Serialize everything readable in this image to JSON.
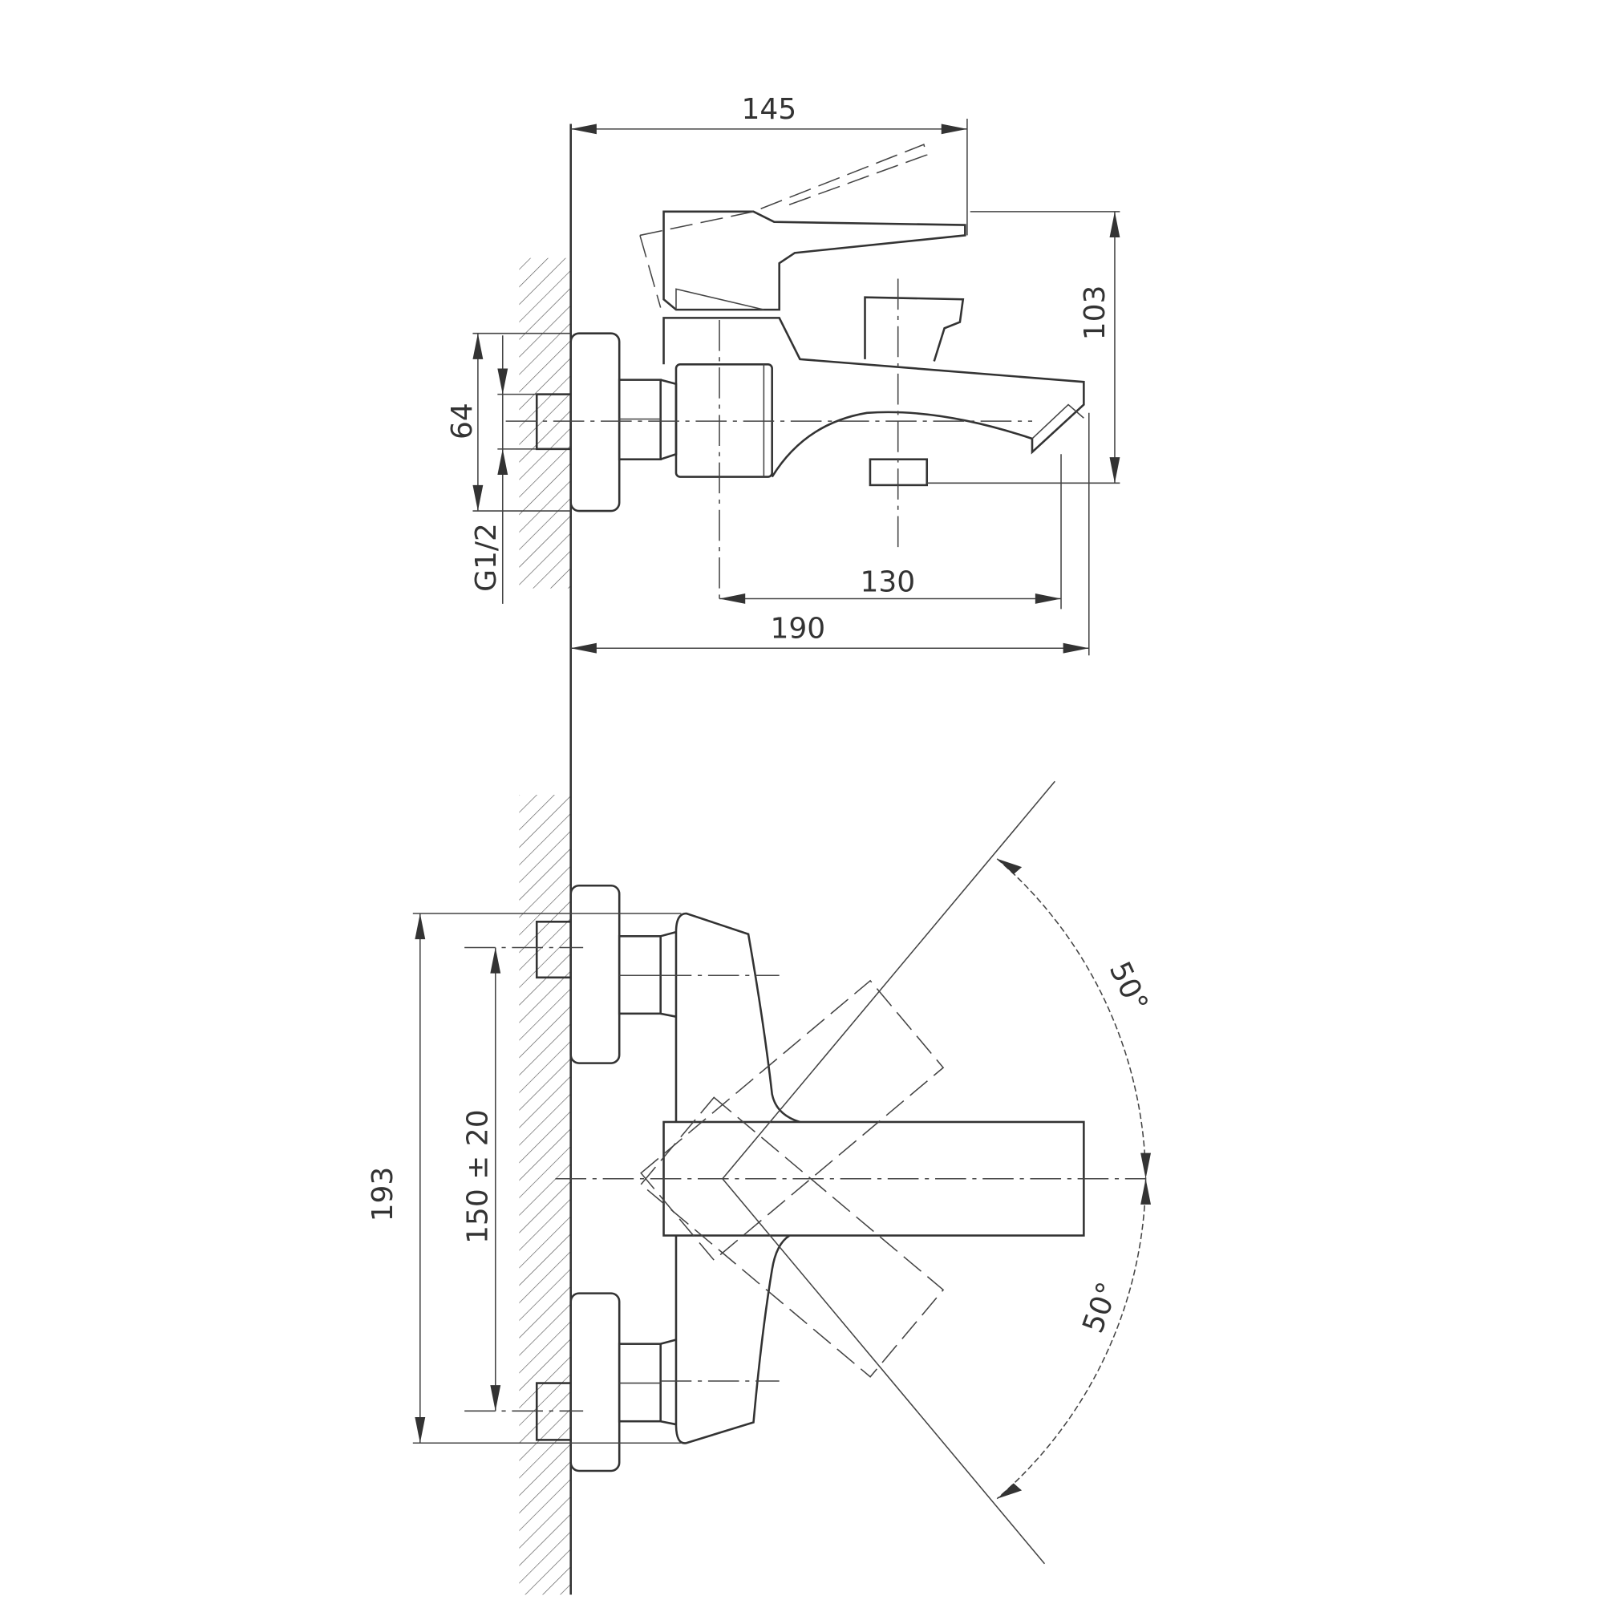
{
  "title": "Wall-mounted bath mixer technical drawing",
  "dimensions": {
    "overall_height_lever": "145",
    "height": "103",
    "spout_offset": "130",
    "projection": "190",
    "escutcheon_diameter": "64",
    "thread": "G1/2",
    "overall_width": "193",
    "inlet_spacing": "150 ± 20",
    "rotation_angle_top": "50°",
    "rotation_angle_bottom": "50°"
  },
  "colors": {
    "line": "#333333",
    "background": "#ffffff"
  }
}
